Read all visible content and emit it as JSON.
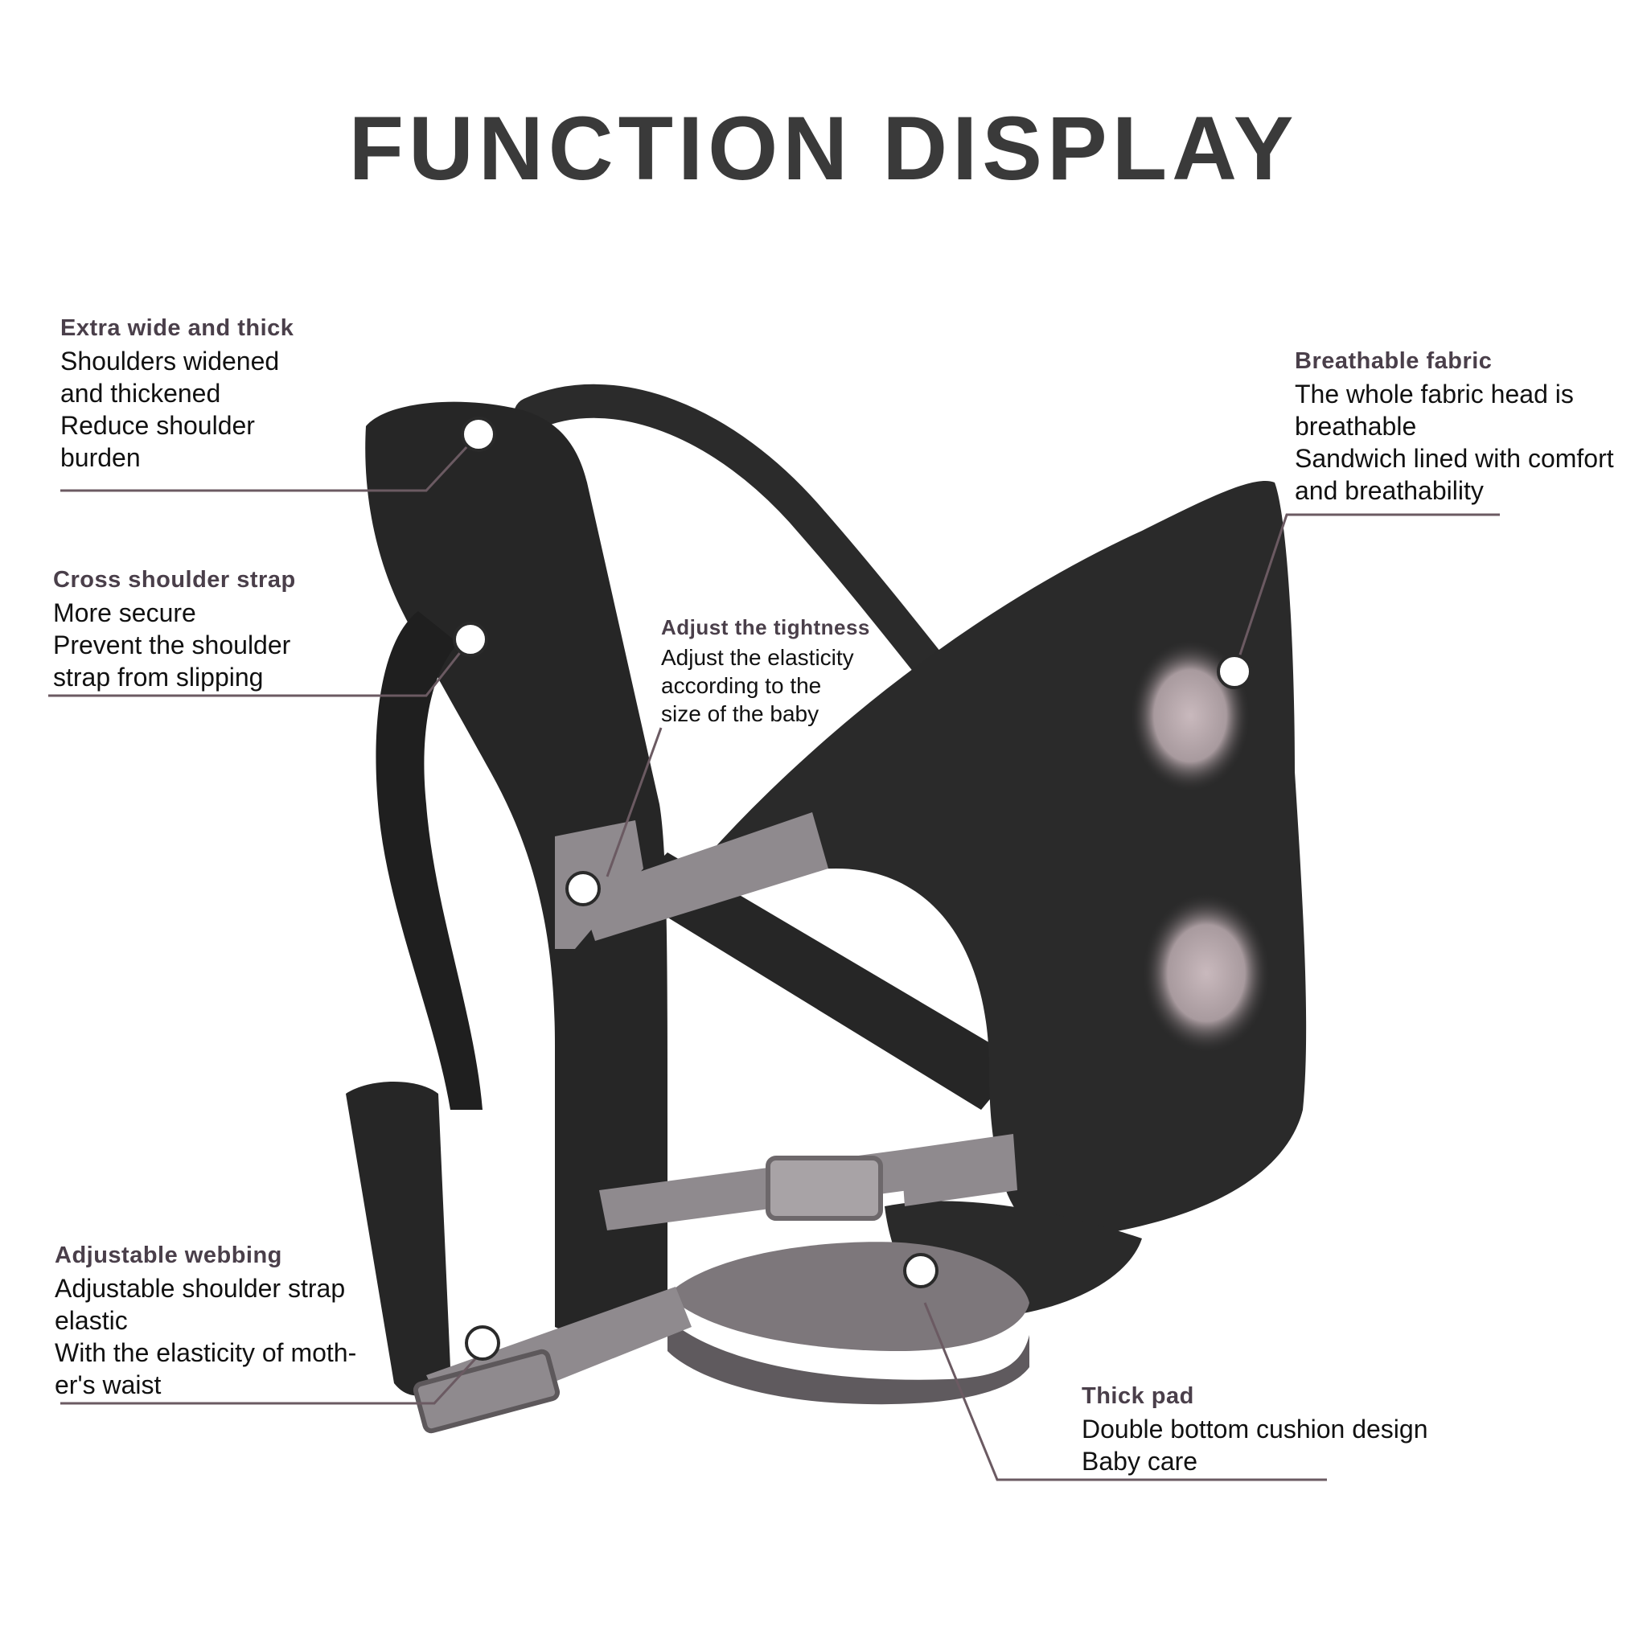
{
  "title": "FUNCTION DISPLAY",
  "callouts": {
    "shoulders": {
      "heading": "Extra wide and thick",
      "lines": [
        "Shoulders widened",
        "and thickened",
        "Reduce shoulder",
        "burden"
      ]
    },
    "cross_strap": {
      "heading": "Cross shoulder strap",
      "lines": [
        "More secure",
        "Prevent the shoulder",
        "strap from slipping"
      ]
    },
    "tightness": {
      "heading": "Adjust the tightness",
      "lines": [
        "Adjust the elasticity",
        "according to the",
        "size of the baby"
      ]
    },
    "breathable": {
      "heading": "Breathable fabric",
      "lines": [
        "The whole fabric head is",
        "breathable",
        "Sandwich lined with comfort",
        "and breathability"
      ]
    },
    "webbing": {
      "heading": "Adjustable webbing",
      "lines": [
        "Adjustable shoulder strap",
        "elastic",
        "With the elasticity of moth-",
        "er's waist"
      ]
    },
    "pad": {
      "heading": "Thick pad",
      "lines": [
        "Double bottom cushion design",
        "Baby care"
      ]
    }
  },
  "colors": {
    "carrier": "#2b2b2b",
    "webbing": "#8f8a8e",
    "text": "#111111",
    "heading": "#4a3f4a"
  }
}
